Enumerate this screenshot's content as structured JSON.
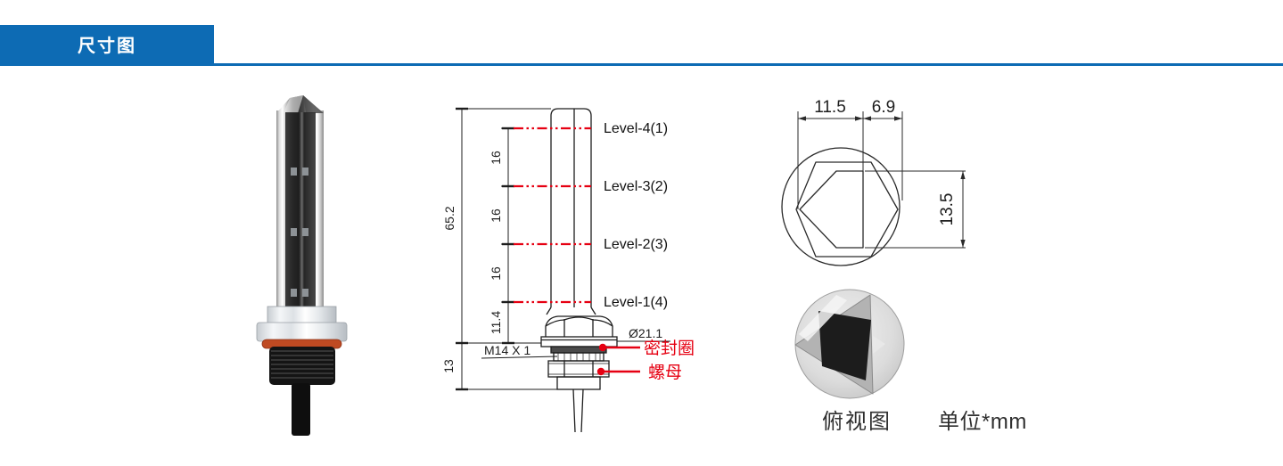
{
  "header": {
    "title": "尺寸图"
  },
  "side_view": {
    "dimensions": {
      "overall": "65.2",
      "segments": [
        "16",
        "16",
        "16"
      ],
      "lowest_level_offset": "11.4",
      "thread_length": "13",
      "thread_spec": "M14 X 1",
      "flange_diameter": "Ø21.1"
    },
    "levels": [
      {
        "label": "Level-4(1)"
      },
      {
        "label": "Level-3(2)"
      },
      {
        "label": "Level-2(3)"
      },
      {
        "label": "Level-1(4)"
      }
    ],
    "callouts": {
      "seal_ring": "密封圈",
      "nut": "螺母"
    }
  },
  "top_view": {
    "dimensions": {
      "width_left": "11.5",
      "width_right": "6.9",
      "height": "13.5"
    },
    "caption": "俯视图",
    "unit_note": "单位*mm"
  },
  "colors": {
    "accent_blue": "#0d6bb4",
    "dimension_red": "#e60012",
    "oring_orange": "#bf4a22"
  }
}
